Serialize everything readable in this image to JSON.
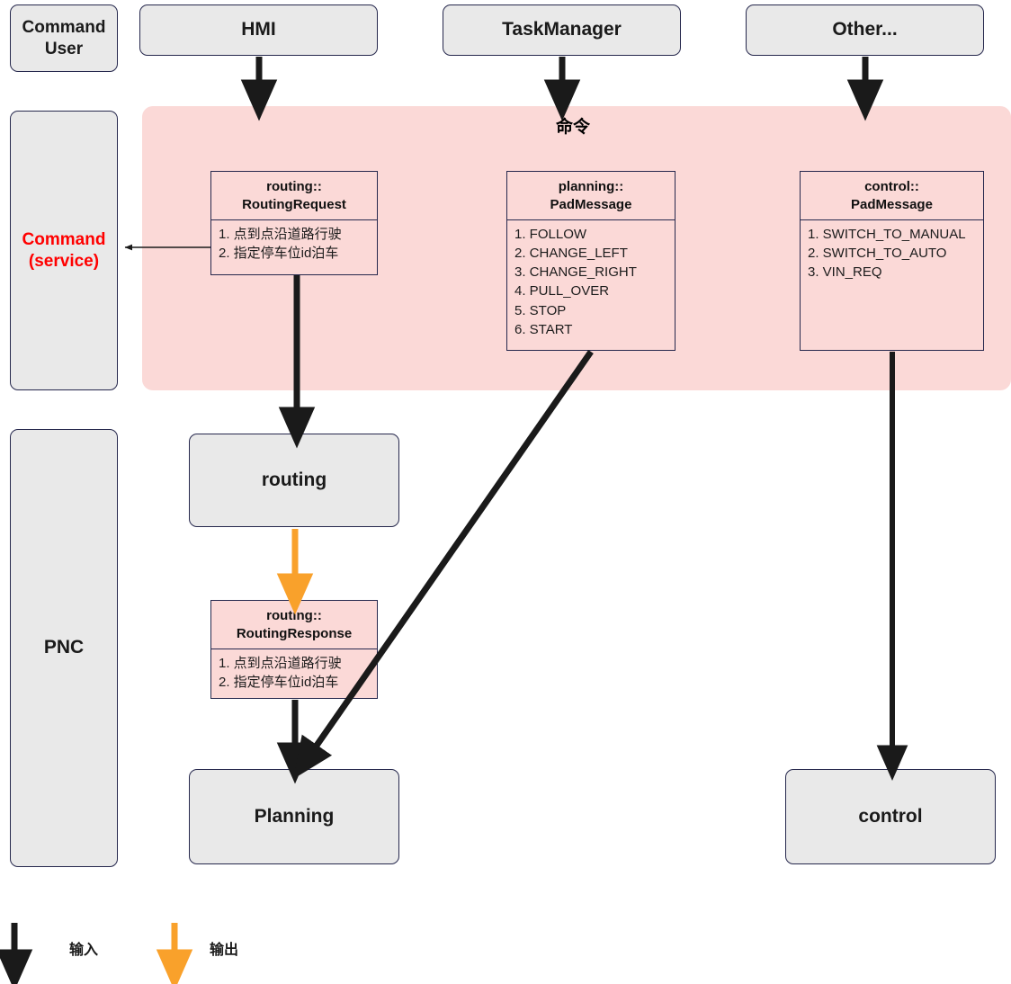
{
  "diagram": {
    "title_region_label": "命令",
    "colors": {
      "region_pink": "#fbd9d7",
      "node_gray": "#e9e9e9",
      "border_navy": "#26284d",
      "input_arrow": "#1a1a1a",
      "output_arrow": "#f9a12b",
      "service_text_red": "#ff0000"
    }
  },
  "left_column": {
    "command_user": "Command\nUser",
    "command_user_line1": "Command",
    "command_user_line2": "User",
    "command_service_line1": "Command",
    "command_service_line2": "(service)",
    "pnc": "PNC"
  },
  "actors": [
    {
      "id": "hmi",
      "label": "HMI"
    },
    {
      "id": "taskmanager",
      "label": "TaskManager"
    },
    {
      "id": "other",
      "label": "Other..."
    }
  ],
  "messages": [
    {
      "id": "routing-request",
      "title_line1": "routing::",
      "title_line2": "RoutingRequest",
      "items": [
        "1. 点到点沿道路行驶",
        "2. 指定停车位id泊车"
      ]
    },
    {
      "id": "planning-padmessage",
      "title_line1": "planning::",
      "title_line2": "PadMessage",
      "items": [
        "1. FOLLOW",
        "2. CHANGE_LEFT",
        "3. CHANGE_RIGHT",
        "4. PULL_OVER",
        "5. STOP",
        "6. START"
      ]
    },
    {
      "id": "control-padmessage",
      "title_line1": "control::",
      "title_line2": "PadMessage",
      "items": [
        "1. SWITCH_TO_MANUAL",
        "2. SWITCH_TO_AUTO",
        "3. VIN_REQ"
      ]
    },
    {
      "id": "routing-response",
      "title_line1": "routing::",
      "title_line2": "RoutingResponse",
      "items": [
        "1. 点到点沿道路行驶",
        "2. 指定停车位id泊车"
      ]
    }
  ],
  "modules": [
    {
      "id": "routing",
      "label": "routing"
    },
    {
      "id": "planning",
      "label": "Planning"
    },
    {
      "id": "control",
      "label": "control"
    }
  ],
  "legend": {
    "input_label": "输入",
    "output_label": "输出"
  }
}
